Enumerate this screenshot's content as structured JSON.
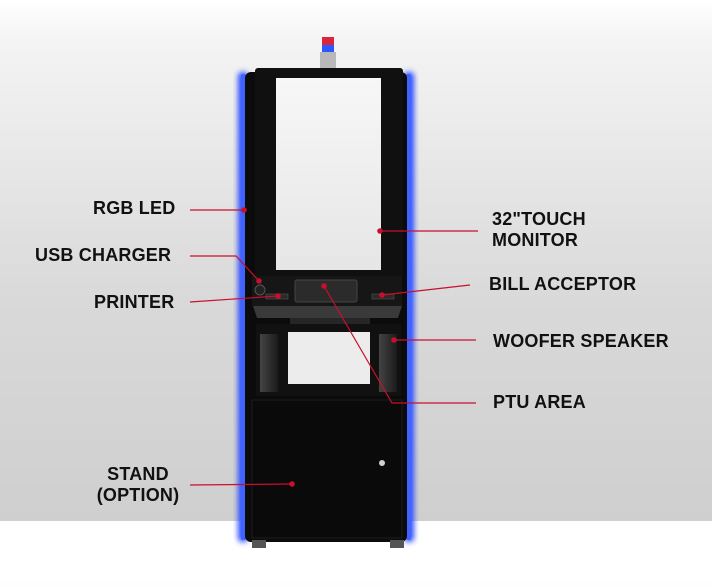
{
  "colors": {
    "cabinet": "#0b0b0b",
    "led_blue": "#2a4cff",
    "screen": "#f2f2f2",
    "callout": "#c8102e",
    "beacon_red": "#d7263d",
    "beacon_blue": "#2b59ff"
  },
  "labels": {
    "rgb_led": "RGB LED",
    "usb_charger": "USB CHARGER",
    "printer": "PRINTER",
    "stand": [
      "STAND",
      "(OPTION)"
    ],
    "touch_monitor": [
      "32\"TOUCH",
      "MONITOR"
    ],
    "bill_acceptor": "BILL ACCEPTOR",
    "woofer_speaker": "WOOFER SPEAKER",
    "ptu_area": "PTU AREA"
  }
}
